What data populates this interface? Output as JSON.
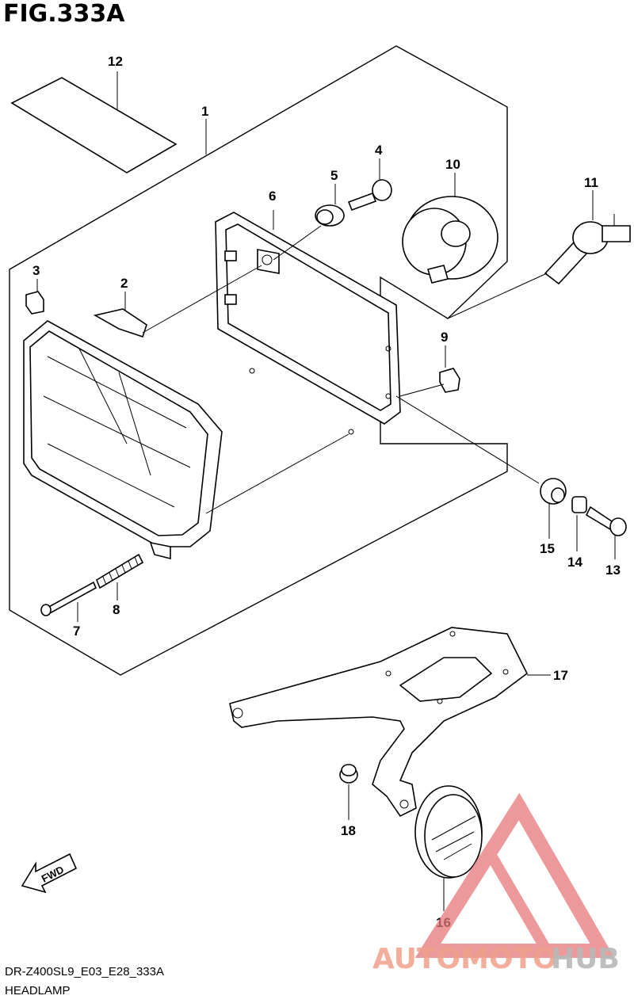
{
  "figure": {
    "title": "FIG.333A",
    "footer_code": "DR-Z400SL9_E03_E28_333A",
    "footer_name": "HEADLAMP",
    "direction_label": "FWD"
  },
  "callouts": [
    "1",
    "2",
    "3",
    "4",
    "5",
    "6",
    "7",
    "8",
    "9",
    "10",
    "11",
    "12",
    "13",
    "14",
    "15",
    "16",
    "17",
    "18"
  ],
  "watermark": {
    "brand_a": "AUTOMOTO",
    "brand_b": "HUB",
    "color_a": "#f0a08a",
    "color_b": "#b8b8b8",
    "logo_color": "#e8787a"
  }
}
